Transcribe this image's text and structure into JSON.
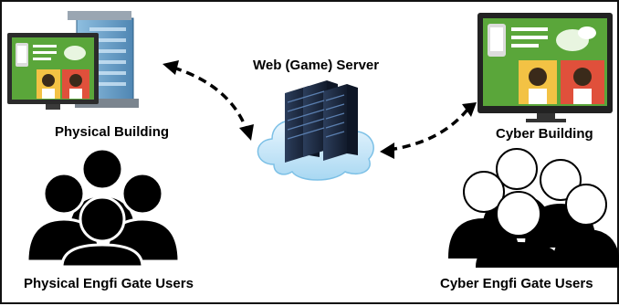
{
  "labels": {
    "server": "Web (Game) Server",
    "physical_building": "Physical Building",
    "cyber_building": "Cyber Building",
    "physical_users": "Physical Engfi Gate Users",
    "cyber_users": "Cyber Engfi Gate Users"
  },
  "colors": {
    "screen_bg": "#5aa63a",
    "building_face": "#6fa3c9",
    "server_dark": "#1e2c44",
    "cloud": "#cfe9f8",
    "users_physical": "#000000",
    "users_cyber": "#ffffff"
  }
}
